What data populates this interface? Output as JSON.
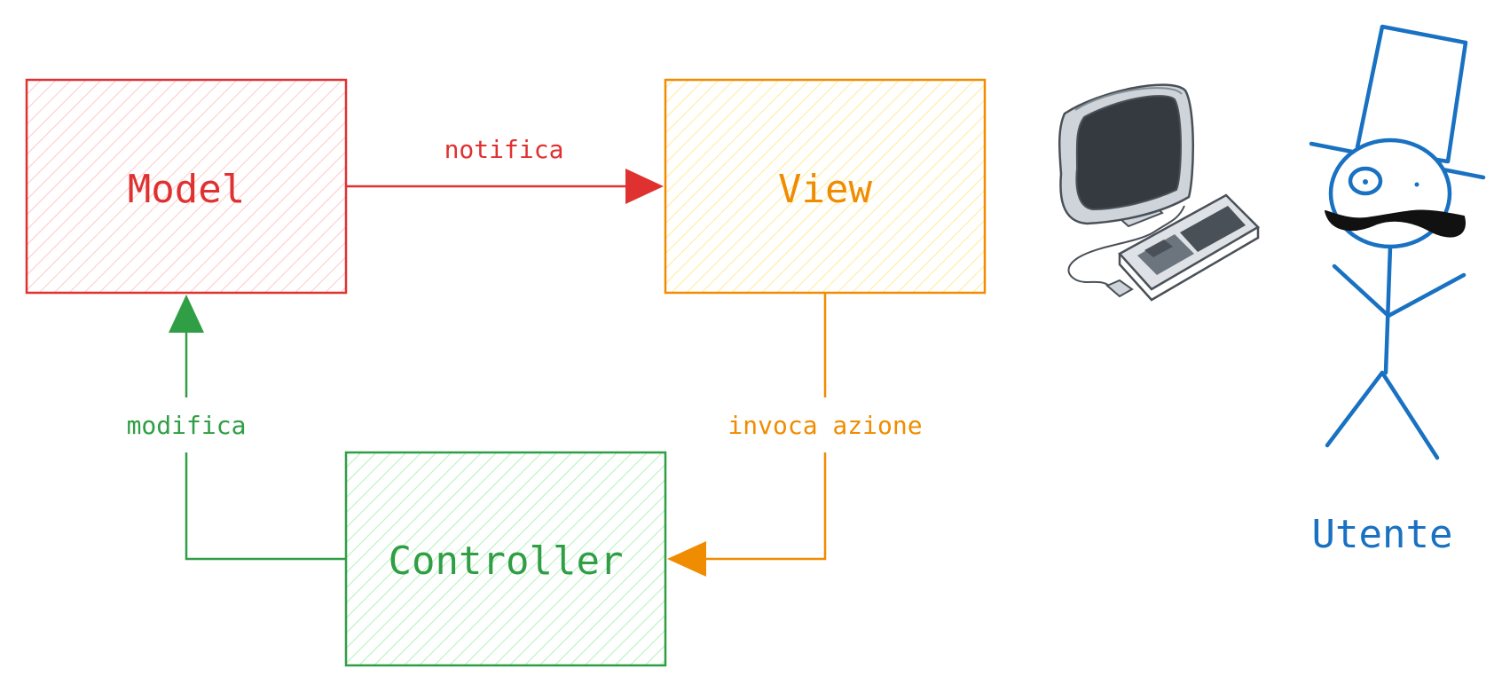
{
  "nodes": {
    "model": {
      "label": "Model",
      "color": "#e03131",
      "hatch": "#ffc9c9"
    },
    "view": {
      "label": "View",
      "color": "#f08c00",
      "hatch": "#ffec99"
    },
    "controller": {
      "label": "Controller",
      "color": "#2f9e44",
      "hatch": "#b2f2bb"
    }
  },
  "edges": {
    "notifica": {
      "label": "notifica",
      "from": "model",
      "to": "view"
    },
    "invoca_azione": {
      "label": "invoca azione",
      "from": "view",
      "to": "controller"
    },
    "modifica": {
      "label": "modifica",
      "from": "controller",
      "to": "model"
    }
  },
  "user": {
    "label": "Utente",
    "color": "#1971c2"
  },
  "icons": {
    "computer": "computer-icon",
    "user": "stick-figure-icon"
  }
}
